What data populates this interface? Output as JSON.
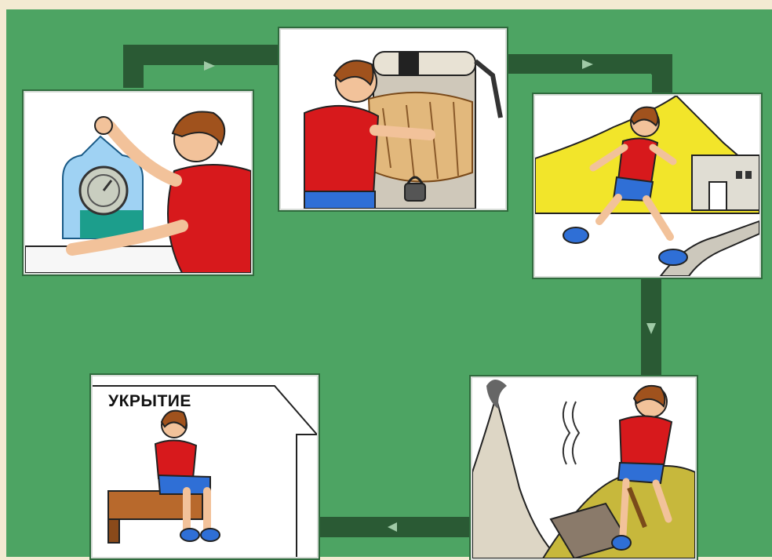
{
  "colors": {
    "background_green": "#4da463",
    "path_dark": "#2a5a34",
    "arrow_light": "#9fcaa6",
    "shirt_red": "#d7191c",
    "shorts_blue": "#2f6fd6",
    "hair_brown": "#a0521d",
    "skin": "#f2c29a",
    "hill_yellow": "#f2e52a"
  },
  "cycle": {
    "direction": "clockwise",
    "arrows": [
      "right",
      "right",
      "down",
      "left"
    ],
    "steps": [
      {
        "icon": "turn-off-gas-icon"
      },
      {
        "icon": "close-shutter-icon"
      },
      {
        "icon": "run-to-shelter-icon"
      },
      {
        "icon": "escape-volcano-icon"
      },
      {
        "icon": "shelter-rest-icon",
        "label": "УКРЫТИЕ"
      }
    ]
  }
}
